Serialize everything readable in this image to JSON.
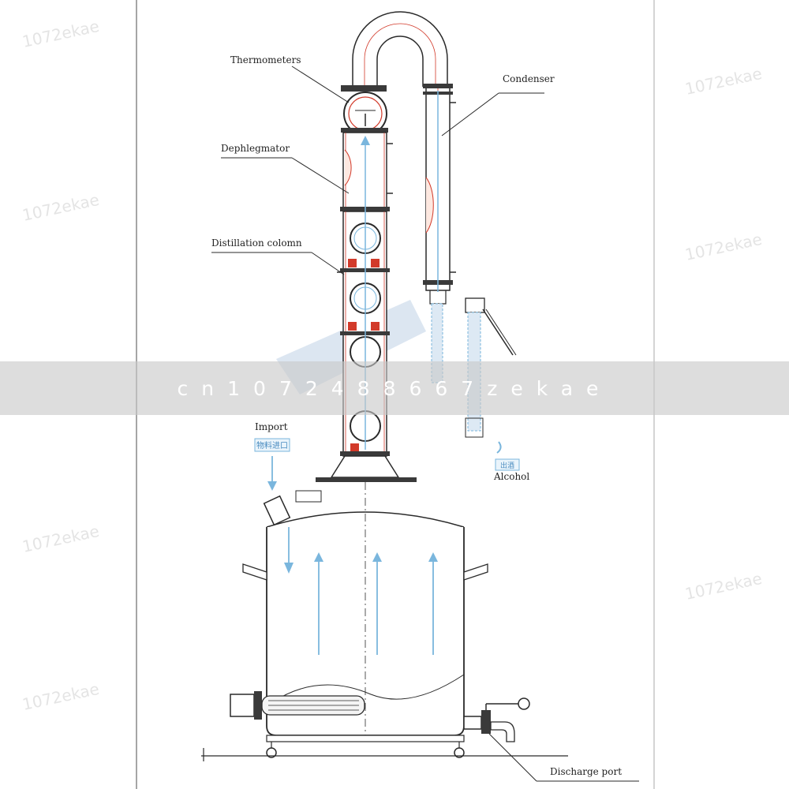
{
  "labels": {
    "thermometers": "Thermometers",
    "condenser": "Condenser",
    "dephlegmator": "Dephlegmator",
    "distillation_column": "Distillation colomn",
    "import": "Import",
    "import_tag": "物料进口",
    "alcohol": "Alcohol",
    "alcohol_tag": "出酒",
    "discharge_port": "Discharge port"
  },
  "banner": {
    "text": "cn1072488667zekae"
  },
  "watermarks": [
    "1072ekae",
    "1072ekae",
    "1072ekae",
    "1072ekae",
    "1072ekae",
    "1072ekae",
    "1072ekae"
  ],
  "colors": {
    "line": "#2a2a2a",
    "flow_arrow": "#7ab6dd",
    "accent_red": "#d23a2a",
    "flange": "#3a3a3a"
  }
}
